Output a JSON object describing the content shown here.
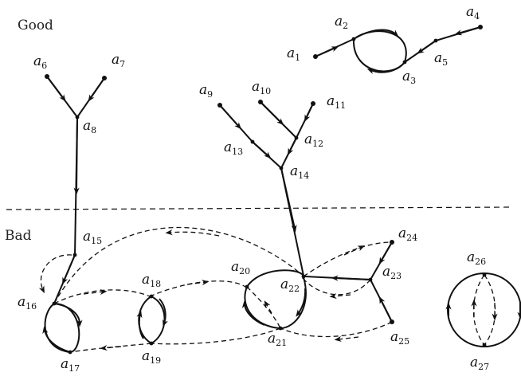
{
  "regions": {
    "good": "Good",
    "bad": "Bad"
  },
  "node_letter": "a",
  "nodes": [
    "1",
    "2",
    "3",
    "4",
    "5",
    "6",
    "7",
    "8",
    "9",
    "10",
    "11",
    "12",
    "13",
    "14",
    "15",
    "16",
    "17",
    "18",
    "19",
    "20",
    "21",
    "22",
    "23",
    "24",
    "25",
    "26",
    "27"
  ]
}
